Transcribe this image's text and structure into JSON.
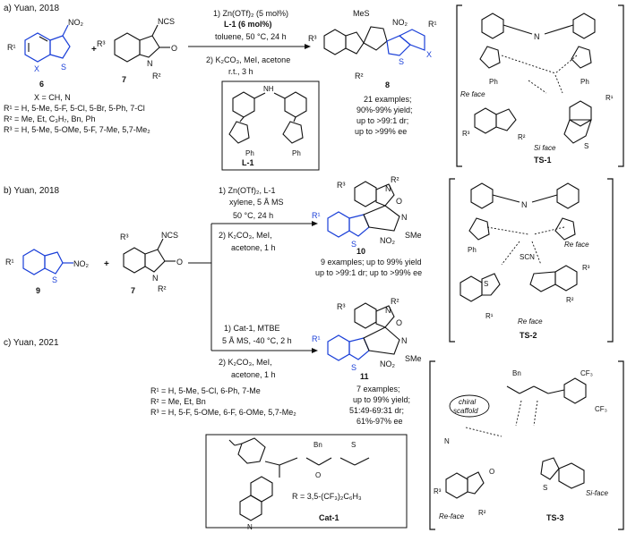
{
  "scheme_a": {
    "label": "a) Yuan, 2018",
    "sub_no2": "NO₂",
    "sub_x": "X",
    "sub_r1": "R¹",
    "sub_s": "S",
    "sub_ncs": "NCS",
    "sub_o": "O",
    "sub_n": "N",
    "sub_r2": "R²",
    "sub_r3": "R³",
    "plus": "+",
    "compound_6": "6",
    "compound_7": "7",
    "cond1_line1": "1) Zn(OTf)₂ (5 mol%)",
    "cond1_line2": "L-1 (6 mol%)",
    "cond1_line3": "toluene, 50 °C, 24 h",
    "cond2_line1": "2) K₂CO₃, MeI, acetone",
    "cond2_line2": "r.t., 3 h",
    "product_mes": "MeS",
    "product_8": "8",
    "result_line1": "21 examples;",
    "result_line2": "90%-99% yield;",
    "result_line3": "up to >99:1 dr;",
    "result_line4": "up to >99% ee",
    "xdef": "X = CH, N",
    "r1def": "R¹ = H, 5-Me, 5-F, 5-Cl, 5-Br, 5-Ph, 7-Cl",
    "r2def": "R² = Me, Et, C₃H₇, Bn, Ph",
    "r3def": "R³ = H, 5-Me, 5-OMe, 5-F, 7-Me, 5,7-Me₂",
    "ligand_label": "L-1",
    "ligand_nh": "NH",
    "ligand_ph": "Ph",
    "ts1_label": "TS-1",
    "ts1_re": "Re face",
    "ts1_si": "Si face"
  },
  "scheme_b": {
    "label": "b) Yuan, 2018",
    "cond1_line1": "1) Zn(OTf)₂, L-1",
    "cond1_line2": "xylene, 5 Å MS",
    "cond1_line3": "50 °C, 24 h",
    "cond2_line1": "2) K₂CO₃, MeI,",
    "cond2_line2": "acetone, 1 h",
    "product_10": "10",
    "product_sme": "SMe",
    "result_line1": "9 examples; up to 99% yield",
    "result_line2": "up to >99:1 dr; up to >99% ee",
    "compound_9": "9",
    "compound_7": "7",
    "ts2_label": "TS-2",
    "ts2_re1": "Re face",
    "ts2_re2": "Re face",
    "ts2_scn": "SCN"
  },
  "scheme_c": {
    "label": "c) Yuan, 2021",
    "cond1_line1": "1) Cat-1, MTBE",
    "cond1_line2": "5 Å MS, -40 °C, 2 h",
    "cond2_line1": "2) K₂CO₃, MeI,",
    "cond2_line2": "acetone, 1 h",
    "product_11": "11",
    "result_line1": "7 examples;",
    "result_line2": "up to 99% yield;",
    "result_line3": "51:49-69:31 dr;",
    "result_line4": "61%-97% ee",
    "r1def": "R¹ = H, 5-Me, 5-Cl, 6-Ph, 7-Me",
    "r2def": "R² = Me, Et, Bn",
    "r3def": "R³ = H, 5-F, 5-OMe, 6-F, 6-OMe, 5,7-Me₂",
    "cat_label": "Cat-1",
    "cat_r": "R = 3,5-(CF₃)₂C₆H₃",
    "cat_bn": "Bn",
    "ts3_label": "TS-3",
    "ts3_chiral": "chiral",
    "ts3_scaffold": "scaffold",
    "ts3_re": "Re-face",
    "ts3_si": "Si-face",
    "ts3_cf3a": "CF₃",
    "ts3_cf3b": "CF₃"
  }
}
